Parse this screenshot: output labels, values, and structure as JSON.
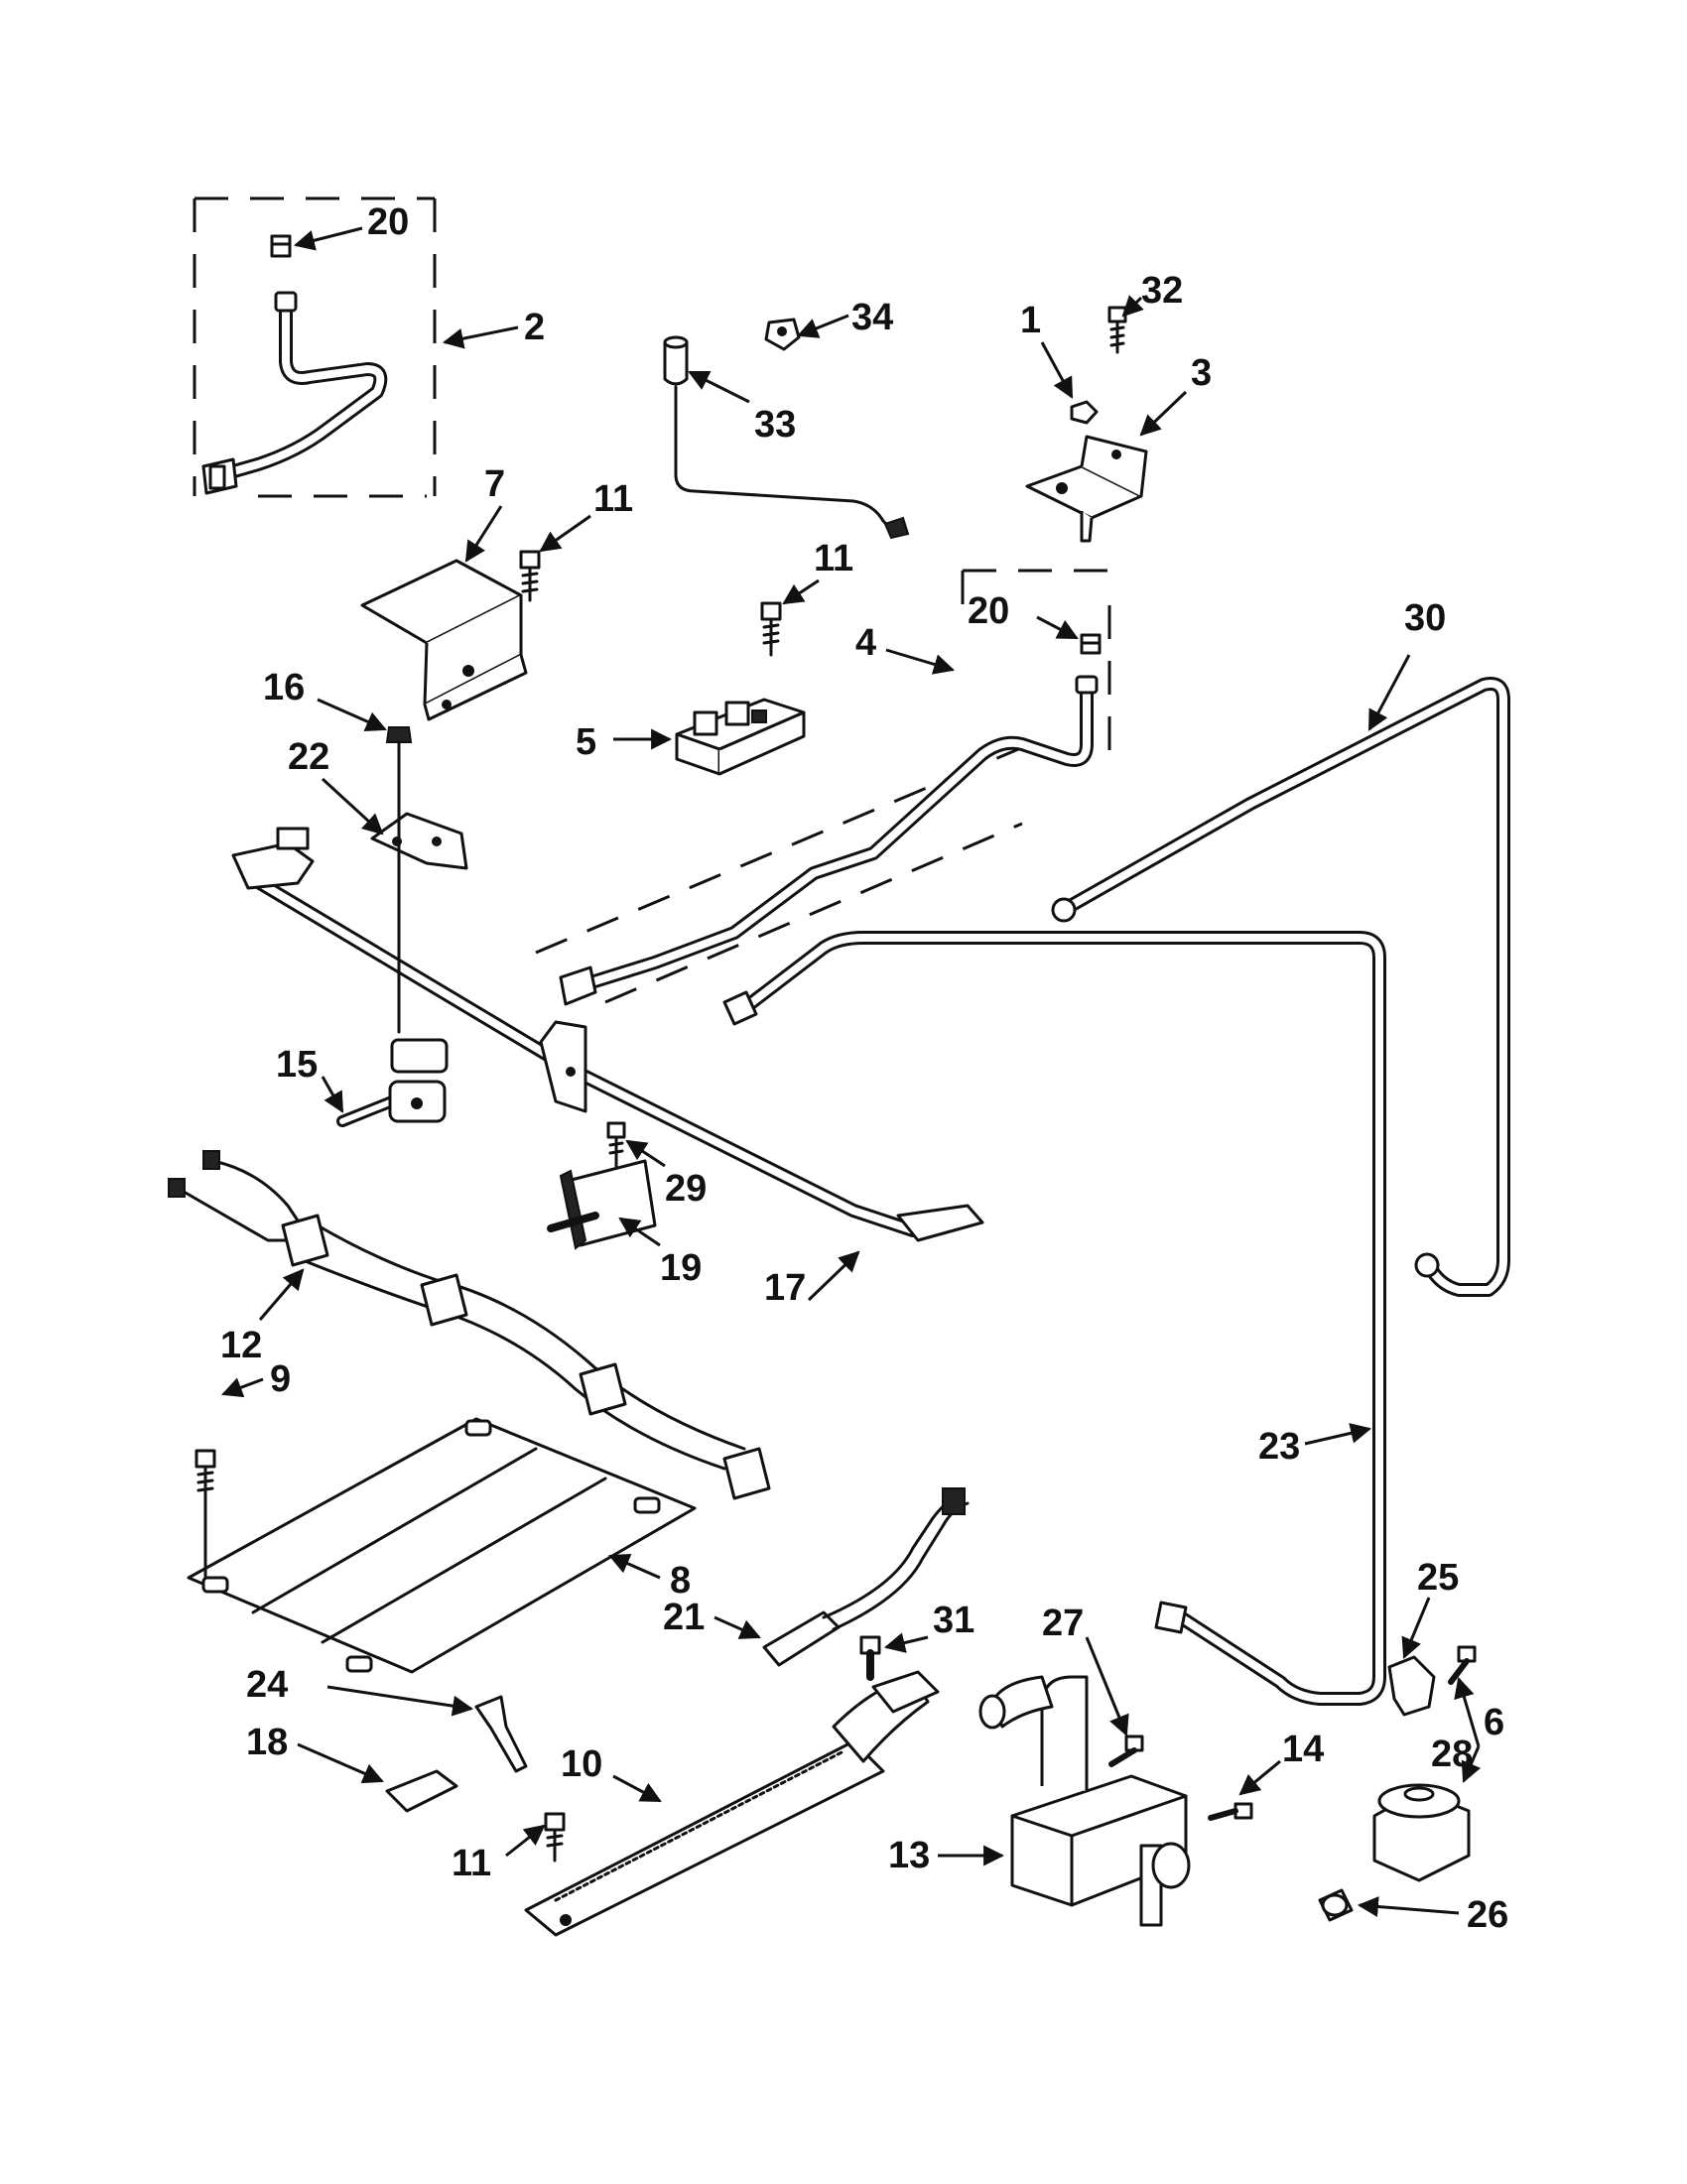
{
  "callouts": {
    "c1": "1",
    "c2": "2",
    "c3": "3",
    "c4": "4",
    "c5": "5",
    "c6": "6",
    "c7": "7",
    "c8": "8",
    "c9": "9",
    "c10": "10",
    "c11a": "11",
    "c11b": "11",
    "c11c": "11",
    "c12": "12",
    "c13": "13",
    "c14": "14",
    "c15": "15",
    "c16": "16",
    "c17": "17",
    "c18": "18",
    "c19": "19",
    "c20a": "20",
    "c20b": "20",
    "c21": "21",
    "c22": "22",
    "c23": "23",
    "c24": "24",
    "c25": "25",
    "c26": "26",
    "c27": "27",
    "c28": "28",
    "c29": "29",
    "c30": "30",
    "c31": "31",
    "c32": "32",
    "c33": "33",
    "c34": "34"
  }
}
